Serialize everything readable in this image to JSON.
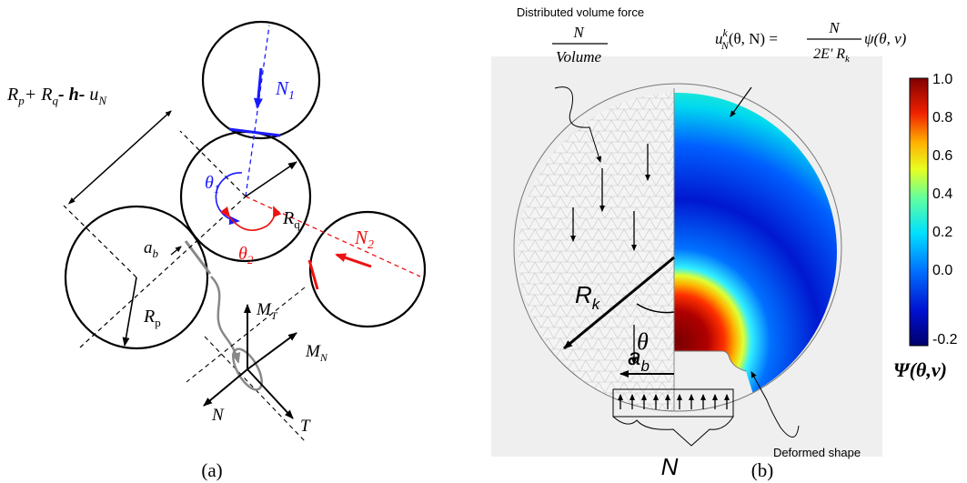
{
  "panel_a": {
    "caption": "(a)",
    "distance_label": {
      "parts": [
        "R",
        "p",
        "+ R",
        "q",
        "- ",
        "h",
        "- ",
        "u",
        "N"
      ]
    },
    "n1": {
      "main": "N",
      "sub": "1"
    },
    "n2": {
      "main": "N",
      "sub": "2"
    },
    "theta1": {
      "main": "θ",
      "sub": "1"
    },
    "theta2": {
      "main": "θ",
      "sub": "2"
    },
    "rq": {
      "main": "R",
      "sub": "q"
    },
    "rp": {
      "main": "R",
      "sub": "p"
    },
    "ab": {
      "main": "a",
      "sub": "b"
    },
    "mt": {
      "main": "M",
      "sub": "T"
    },
    "mn": {
      "main": "M",
      "sub": "N"
    },
    "n": "N",
    "t": "T",
    "colors": {
      "n1": "#1a1aff",
      "n2": "#ee1111",
      "contact": "#888888"
    }
  },
  "panel_b": {
    "caption": "(b)",
    "force_title": "Distributed volume force",
    "force_num": "N",
    "force_den": "Volume",
    "formula": {
      "lhs": "u",
      "sup": "k",
      "sub": "N",
      "args": "(θ, N) =",
      "num": "N",
      "den": "2E' R",
      "den_sub": "k",
      "rhs": "ψ(θ, ν)"
    },
    "rk": {
      "main": "R",
      "sub": "k"
    },
    "theta": "θ",
    "ab": {
      "main": "a",
      "sub": "b"
    },
    "n_label": "N",
    "deformed_label": "Deformed shape",
    "colorbar": {
      "ticks": [
        "1.0",
        "0.8",
        "0.6",
        "0.4",
        "0.2",
        "0.0",
        "-0.2"
      ],
      "title": "Ψ(θ,ν)",
      "colors": [
        "#0000c0",
        "#0050ff",
        "#00c8ff",
        "#40ffc0",
        "#b0ff40",
        "#ffe000",
        "#ff7000",
        "#e00000",
        "#800000"
      ]
    }
  }
}
